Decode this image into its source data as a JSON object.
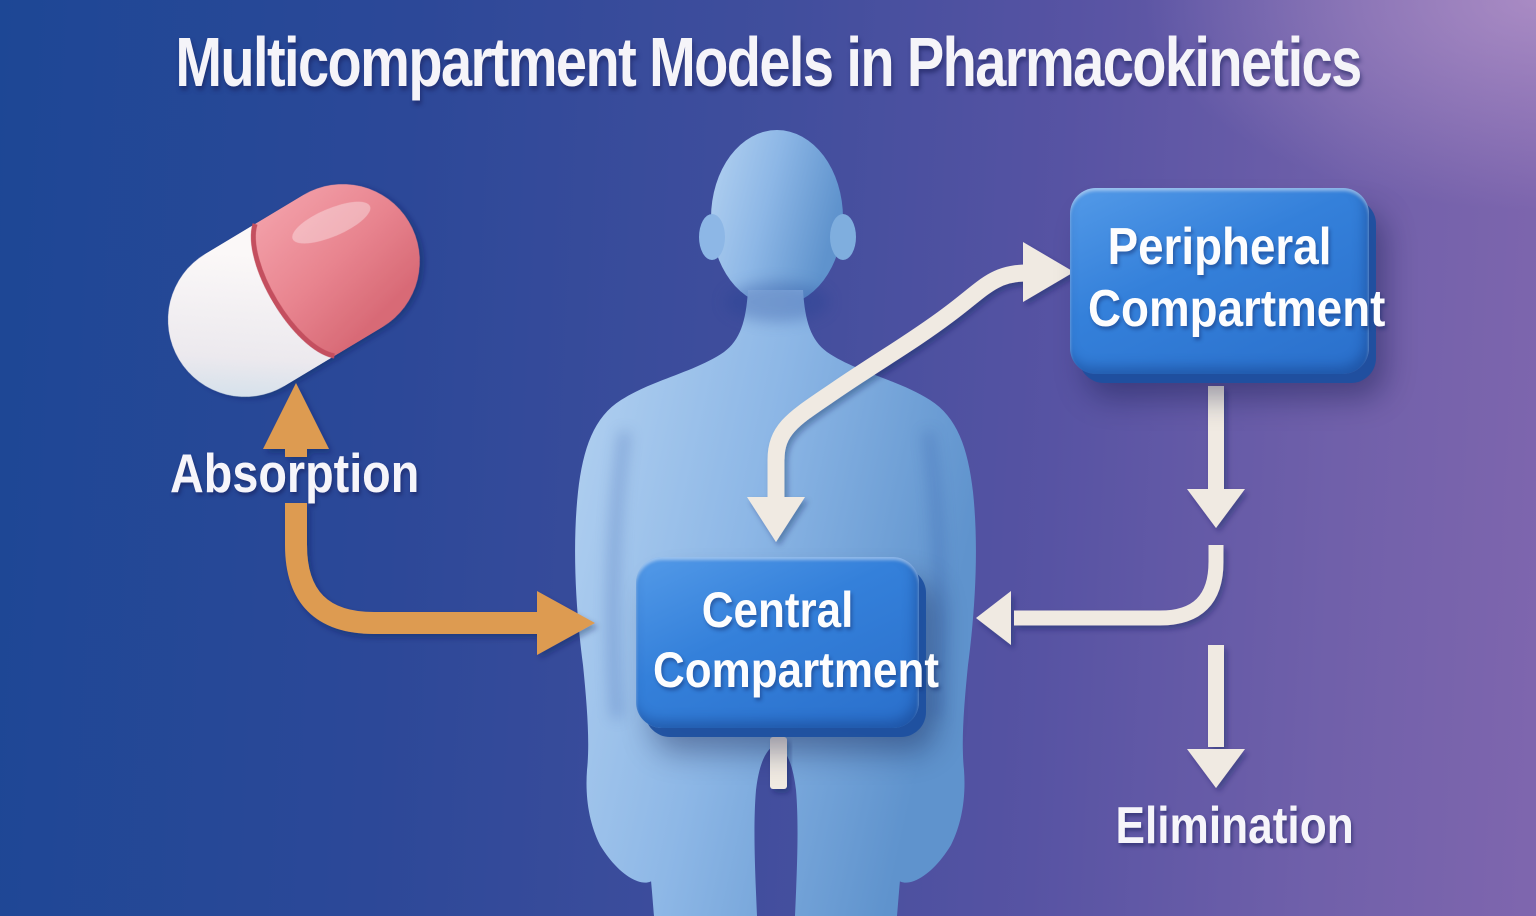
{
  "title": "Multicompartment Models in Pharmacokinetics",
  "labels": {
    "absorption": "Absorption",
    "elimination": "Elimination"
  },
  "boxes": {
    "central": {
      "line1": "Central",
      "line2": "Compartment"
    },
    "peripheral": {
      "line1": "Peripheral",
      "line2": "Compartment"
    }
  },
  "icons": {
    "capsule": "capsule-pill-icon",
    "body": "human-figure-icon",
    "absorption_arrow": "orange-up-and-elbow-arrow",
    "distribution_arrow": "cream-s-curve-double-arrow",
    "peripheral_down_arrow": "cream-down-arrow",
    "return_arrow": "cream-left-elbow-arrow",
    "elimination_arrow": "cream-down-arrow",
    "central_stub": "cream-arrow-stub"
  },
  "colors": {
    "background_left": "#1d4795",
    "background_right": "#7f66ae",
    "box_blue": "#2e7bd4",
    "box_side": "#1d50a0",
    "arrow_orange": "#dd9b51",
    "arrow_cream": "#f0eae2",
    "capsule_pink": "#ec8d97",
    "capsule_white": "#f5f0f1",
    "capsule_seam": "#c44f5e",
    "body_light": "#aecdf0",
    "body_dark": "#6195cf",
    "text_white": "#f6f5fa"
  }
}
